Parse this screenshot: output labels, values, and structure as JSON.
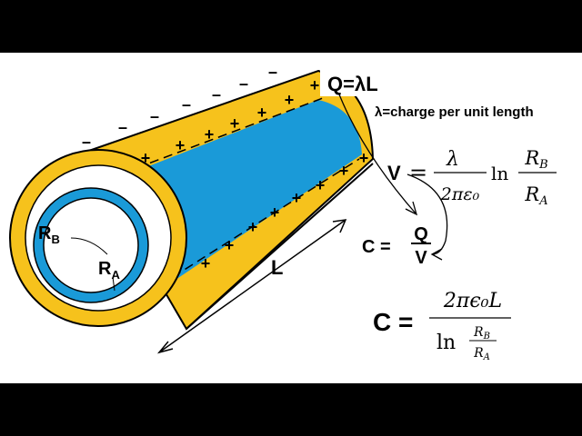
{
  "labels": {
    "charge": "Q=λL",
    "lambda_def": "λ=charge per unit length",
    "length": "L",
    "r_b": "R",
    "r_b_sub": "B",
    "r_a": "R",
    "r_a_sub": "A",
    "plus": "+",
    "minus": "–"
  },
  "equations": {
    "voltage": {
      "lhs": "V",
      "eq": "=",
      "num": "λ",
      "den": "2πε₀",
      "ln": "ln",
      "frac_num": "R",
      "frac_num_sub": "B",
      "frac_den": "R",
      "frac_den_sub": "A"
    },
    "cap_def": {
      "lhs": "C =",
      "num": "Q",
      "den": "V"
    },
    "cap_result": {
      "lhs": "C =",
      "num": "2πϵ₀L",
      "ln": "ln",
      "frac_num": "R",
      "frac_num_sub": "B",
      "frac_den": "R",
      "frac_den_sub": "A"
    }
  },
  "colors": {
    "outer_conductor": "#f6c21c",
    "inner_conductor": "#1a9ad8",
    "background": "#ffffff",
    "letterbox": "#000000"
  }
}
